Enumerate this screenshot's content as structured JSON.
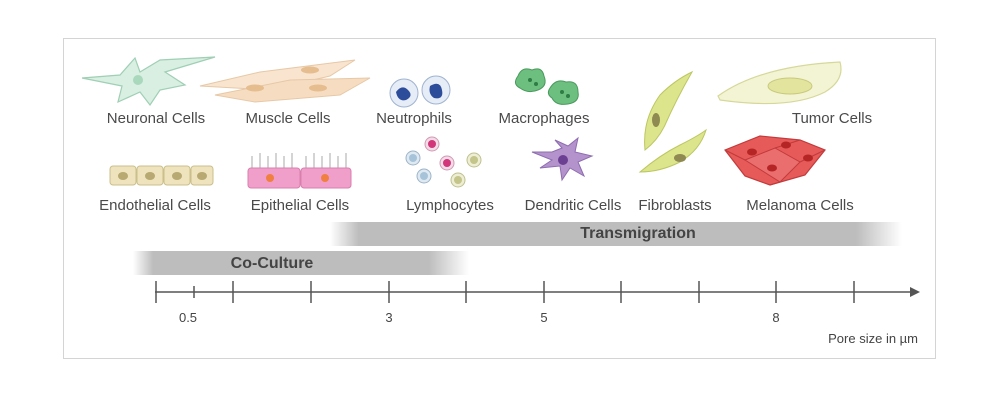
{
  "cell_types": {
    "neuronal": "Neuronal Cells",
    "muscle": "Muscle Cells",
    "neutrophils": "Neutrophils",
    "macrophages": "Macrophages",
    "tumor": "Tumor Cells",
    "endothelial": "Endothelial Cells",
    "epithelial": "Epithelial Cells",
    "lymphocytes": "Lymphocytes",
    "dendritic": "Dendritic Cells",
    "fibroblasts": "Fibroblasts",
    "melanoma": "Melanoma Cells"
  },
  "ranges": {
    "transmigration": "Transmigration",
    "coculture": "Co-Culture"
  },
  "axis": {
    "tick_labels": [
      "0.5",
      "3",
      "5",
      "8"
    ],
    "title": "Pore size in µm"
  },
  "colors": {
    "neuronal": "#bfe3cf",
    "muscle": "#f6ddc2",
    "neutrophil_nucleus": "#2d4d9a",
    "macrophage": "#6cbf7f",
    "tumor": "#eef0c0",
    "endothelial": "#e8dcae",
    "epithelial": "#ee9fc8",
    "dendritic": "#b493cd",
    "fibroblast": "#dde58c",
    "melanoma": "#e65a5a",
    "range_bar": "#bdbdbd"
  }
}
